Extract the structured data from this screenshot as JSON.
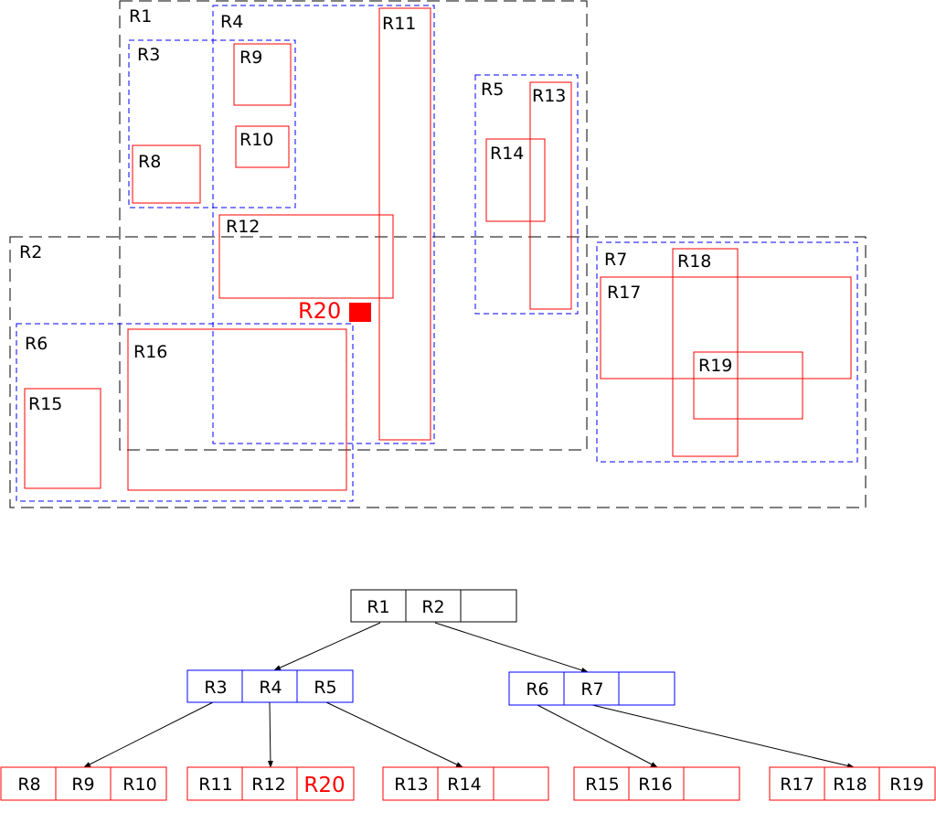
{
  "colors": {
    "level1": "#000000",
    "level2": "#0000ff",
    "leaf": "#ff0000",
    "new_entry": "#ff0000",
    "background": "#ffffff"
  },
  "spatial": {
    "level1": [
      "R1",
      "R2"
    ],
    "level2": [
      "R3",
      "R4",
      "R5",
      "R6",
      "R7"
    ],
    "leaves": [
      "R8",
      "R9",
      "R10",
      "R11",
      "R12",
      "R13",
      "R14",
      "R15",
      "R16",
      "R17",
      "R18",
      "R19"
    ],
    "new_entry": "R20"
  },
  "tree": {
    "root": [
      "R1",
      "R2",
      ""
    ],
    "level2_nodes": [
      [
        "R3",
        "R4",
        "R5"
      ],
      [
        "R6",
        "R7",
        ""
      ]
    ],
    "leaf_nodes": [
      [
        "R8",
        "R9",
        "R10"
      ],
      [
        "R11",
        "R12",
        "R20"
      ],
      [
        "R13",
        "R14",
        ""
      ],
      [
        "R15",
        "R16",
        ""
      ],
      [
        "R17",
        "R18",
        "R19"
      ]
    ]
  }
}
